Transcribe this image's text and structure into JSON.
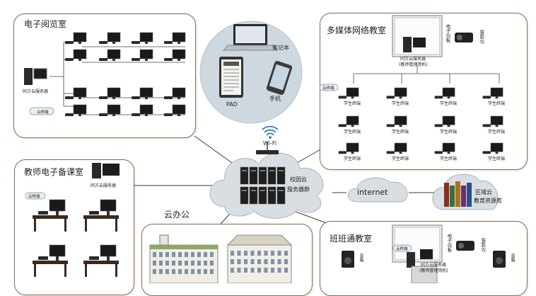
{
  "ereading": {
    "title": "电子阅览室",
    "server_label": "同方云服务器",
    "terminal_tag": "云终端"
  },
  "multimedia": {
    "title": "多媒体网络教室",
    "board_label": "电子白板",
    "projector_label": "投影仪",
    "server_label": "同方云服务器",
    "server_sublabel": "(教师管理用机)",
    "terminal_tag": "云终端",
    "student_label": "学生终端"
  },
  "devices": {
    "laptop_label": "笔记本",
    "pad_label": "PAD",
    "phone_label": "手机"
  },
  "wifi": {
    "label": "Wi-Fi"
  },
  "cloud": {
    "line1": "校园云",
    "line2": "服务器群"
  },
  "internet": {
    "label": "internet"
  },
  "resource": {
    "line1": "区域云",
    "line2": "教育资源库"
  },
  "prep": {
    "title": "教师电子备课室",
    "server_label": "同方云服务器",
    "terminal_tag": "云终端"
  },
  "office": {
    "title": "云办公"
  },
  "classroom": {
    "title": "班班通教室",
    "board_label": "电子白板",
    "projector_label": "投影仪",
    "terminal_tag": "云终端",
    "server_label": "同方云服务器",
    "server_sublabel": "(教师管理用机)",
    "speaker_label": "音箱"
  },
  "colors": {
    "frame": "#8b6a4a",
    "line": "#3a3a3a",
    "cloud": "#d9dee3",
    "circle": "#cfd7df"
  }
}
